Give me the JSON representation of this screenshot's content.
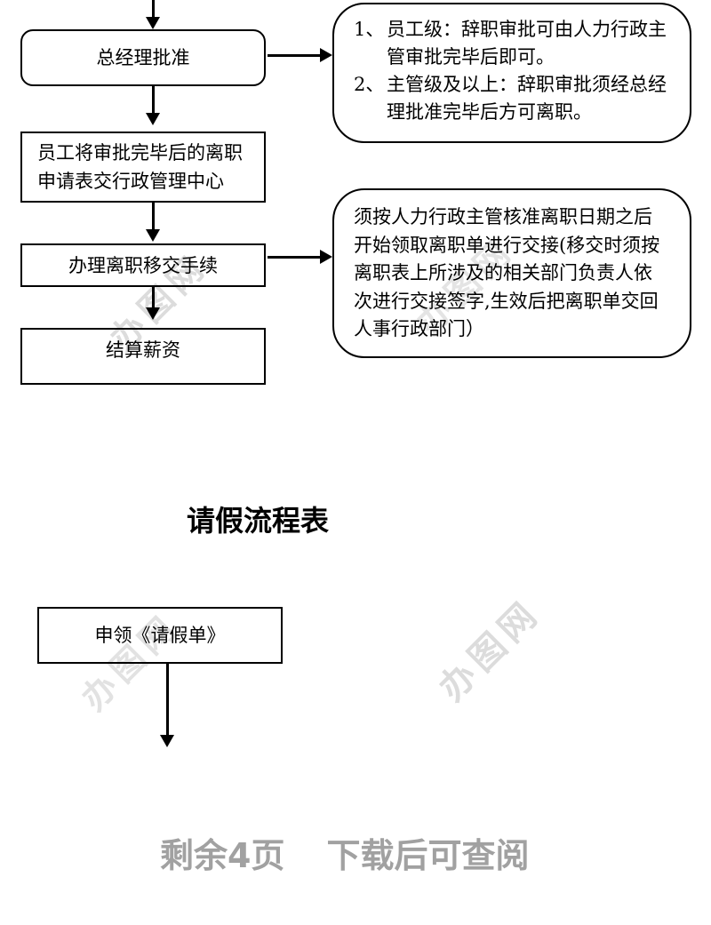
{
  "resignation_flow": {
    "box_gm_approval": "总经理批准",
    "box_submit_form": "员工将审批完毕后的离职\n申请表交行政管理中心",
    "box_handover": "办理离职移交手续",
    "box_settle_salary": "结算薪资",
    "approval_note": {
      "items": [
        {
          "marker": "1、",
          "text": "员工级：辞职审批可由人力行政主管审批完毕后即可。"
        },
        {
          "marker": "2、",
          "text": "主管级及以上：辞职审批须经总经理批准完毕后方可离职。"
        }
      ]
    },
    "handover_note": "须按人力行政主管核准离职日期之后开始领取离职单进行交接(移交时须按离职表上所涉及的相关部门负责人依次进行交接签字,生效后把离职单交回人事行政部门）"
  },
  "leave_flow": {
    "title": "请假流程表",
    "box_apply_form": "申领《请假单》"
  },
  "footer": {
    "pages_remaining": "剩余4页",
    "download_note": "下载后可查阅"
  },
  "watermark": {
    "text": "办图网"
  },
  "colors": {
    "line": "#000000",
    "text": "#000000",
    "footer_text": "#a1a1a1",
    "watermark": "#dcdcdc",
    "background": "#ffffff"
  }
}
